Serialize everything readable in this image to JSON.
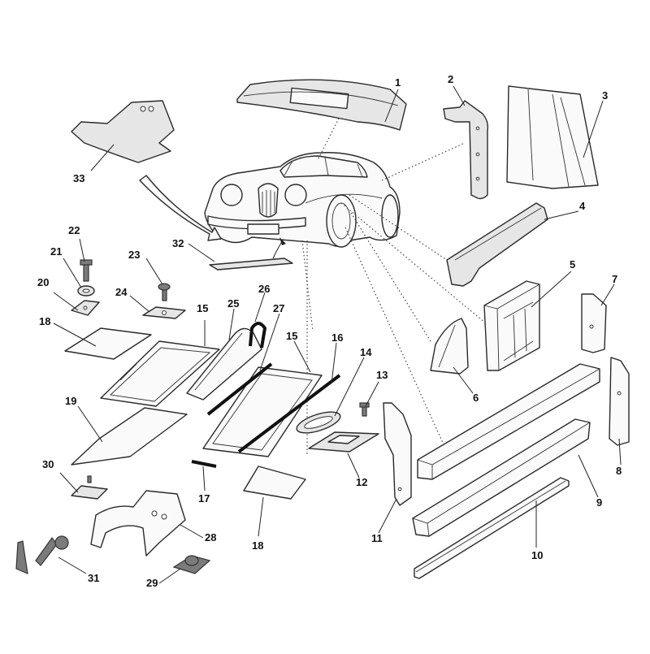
{
  "diagram": {
    "callouts": [
      "1",
      "2",
      "3",
      "4",
      "5",
      "6",
      "7",
      "8",
      "9",
      "10",
      "11",
      "12",
      "13",
      "14",
      "15",
      "15",
      "16",
      "17",
      "18",
      "18",
      "19",
      "20",
      "21",
      "22",
      "23",
      "24",
      "25",
      "26",
      "27",
      "28",
      "29",
      "30",
      "31",
      "32",
      "33"
    ]
  }
}
